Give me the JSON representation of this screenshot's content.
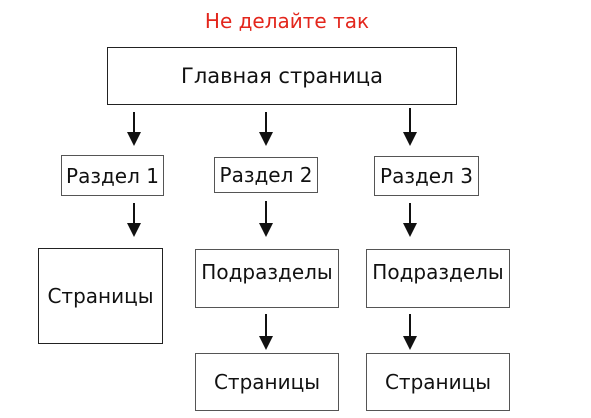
{
  "title": {
    "text": "Не делайте так",
    "color": "#e3261c"
  },
  "home": {
    "label": "Главная страница"
  },
  "sections": [
    {
      "label": "Раздел 1",
      "child": {
        "label": "Страницы"
      }
    },
    {
      "label": "Раздел 2",
      "child": {
        "label": "Подразделы"
      },
      "grandchild": {
        "label": "Страницы"
      }
    },
    {
      "label": "Раздел 3",
      "child": {
        "label": "Подразделы"
      },
      "grandchild": {
        "label": "Страницы"
      }
    }
  ]
}
